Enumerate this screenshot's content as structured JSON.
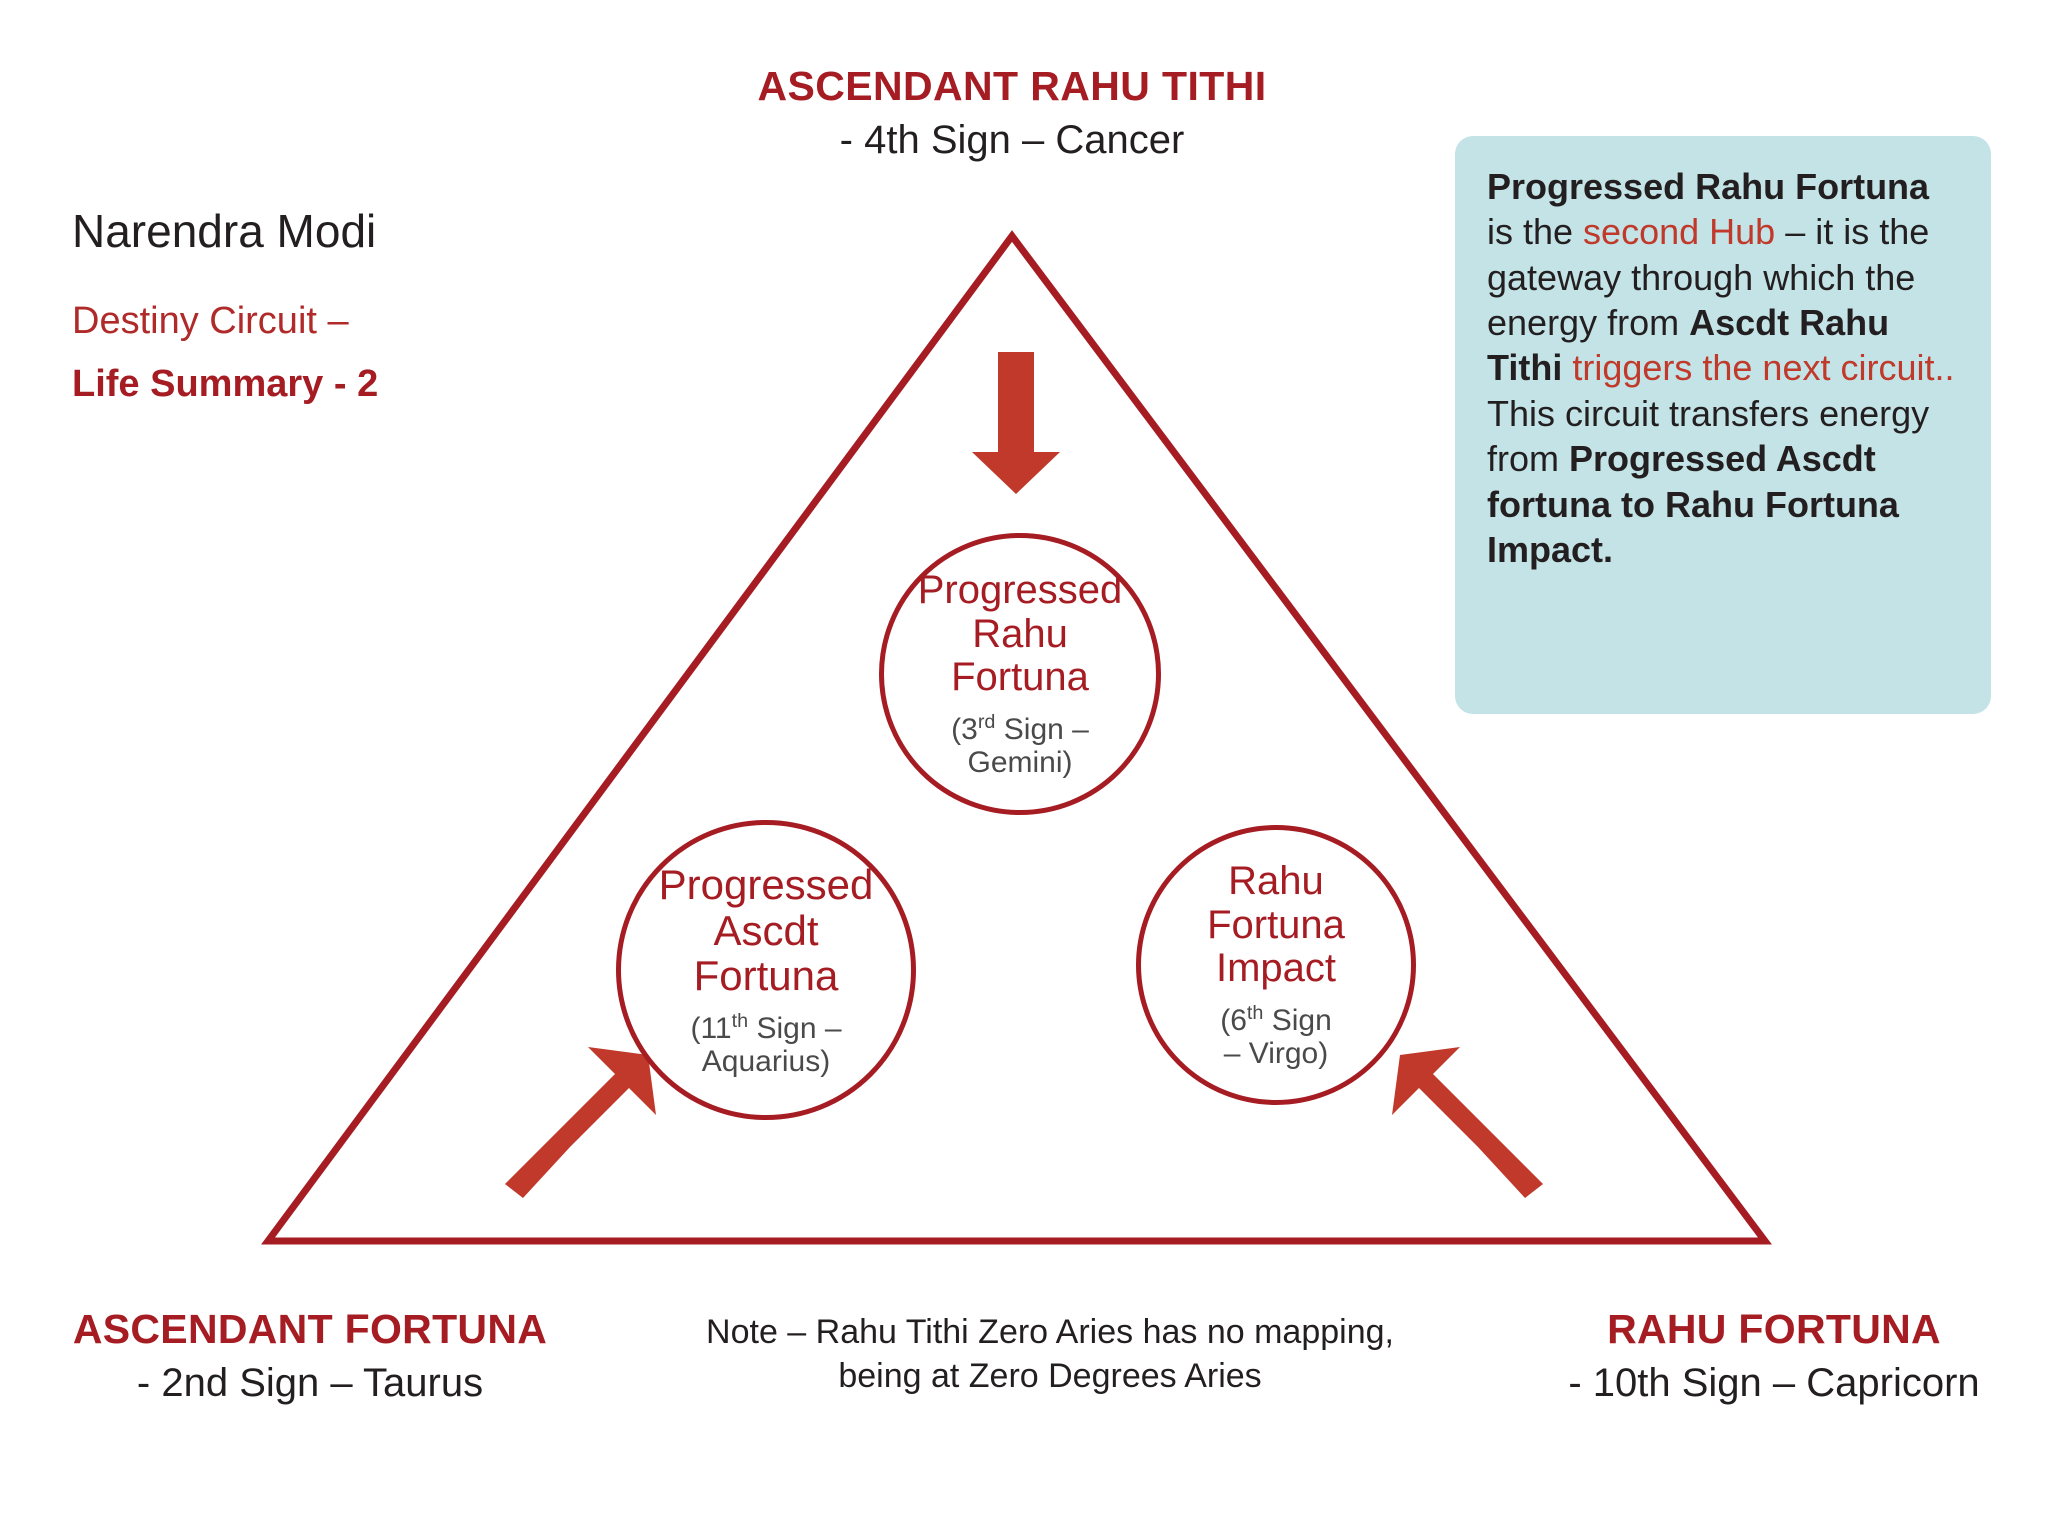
{
  "meta": {
    "person_name": "Narendra Modi",
    "subtitle_line1": "Destiny Circuit –",
    "subtitle_line2": "Life Summary - 2"
  },
  "colors": {
    "brand_red": "#A61C23",
    "accent_red": "#C0392B",
    "callout_bg": "#C3E3E6",
    "body_text": "#231f20",
    "muted_text": "#4a4a4a"
  },
  "apex": {
    "title": "ASCENDANT RAHU TITHI",
    "subtitle": "- 4th Sign – Cancer"
  },
  "corners": {
    "bottom_left": {
      "title": "ASCENDANT FORTUNA",
      "subtitle": "- 2nd Sign – Taurus"
    },
    "bottom_right": {
      "title": "RAHU FORTUNA",
      "subtitle": "- 10th Sign – Capricorn"
    }
  },
  "nodes": [
    {
      "id": "progressed-rahu-fortuna",
      "title": "Progressed\nRahu\nFortuna",
      "title_lines": [
        "Progressed",
        "Rahu",
        "Fortuna"
      ],
      "sub_lines": [
        "(3rd Sign –",
        "Gemini)"
      ],
      "sign_number": "3",
      "sign_ordinal": "rd",
      "sign_name": "Gemini"
    },
    {
      "id": "progressed-ascdt-fortuna",
      "title": "Progressed\nAscdt\nFortuna",
      "title_lines": [
        "Progressed",
        "Ascdt",
        "Fortuna"
      ],
      "sub_lines": [
        "(11th Sign –",
        "Aquarius)"
      ],
      "sign_number": "11",
      "sign_ordinal": "th",
      "sign_name": "Aquarius"
    },
    {
      "id": "rahu-fortuna-impact",
      "title": "Rahu\nFortuna\nImpact",
      "title_lines": [
        "Rahu",
        "Fortuna",
        "Impact"
      ],
      "sub_lines": [
        "(6th Sign",
        "– Virgo)"
      ],
      "sign_number": "6",
      "sign_ordinal": "th",
      "sign_name": "Virgo"
    }
  ],
  "callout": {
    "segments": [
      {
        "text": "Progressed Rahu Fortuna",
        "style": "bold"
      },
      {
        "text": " is the ",
        "style": "normal"
      },
      {
        "text": "second Hub",
        "style": "red"
      },
      {
        "text": " – it is the gateway through which the energy from ",
        "style": "normal"
      },
      {
        "text": "Ascdt Rahu Tithi",
        "style": "bold"
      },
      {
        "text": " ",
        "style": "normal"
      },
      {
        "text": "triggers the next circuit..",
        "style": "red"
      },
      {
        "text": " This circuit transfers energy from ",
        "style": "normal"
      },
      {
        "text": "Progressed Ascdt fortuna to Rahu Fortuna Impact.",
        "style": "bold"
      }
    ],
    "plain": "Progressed Rahu Fortuna is the second Hub – it is the gateway through which the energy from Ascdt Rahu Tithi triggers the next circuit.. This circuit transfers energy from Progressed Ascdt fortuna to Rahu Fortuna Impact."
  },
  "note": {
    "line1": "Note – Rahu Tithi Zero Aries has no mapping,",
    "line2": "being at Zero Degrees Aries"
  },
  "arrows": [
    {
      "name": "arrow-apex-down",
      "direction": "down"
    },
    {
      "name": "arrow-bottom-left-up-right",
      "direction": "up-right"
    },
    {
      "name": "arrow-bottom-right-up-left",
      "direction": "up-left"
    }
  ]
}
